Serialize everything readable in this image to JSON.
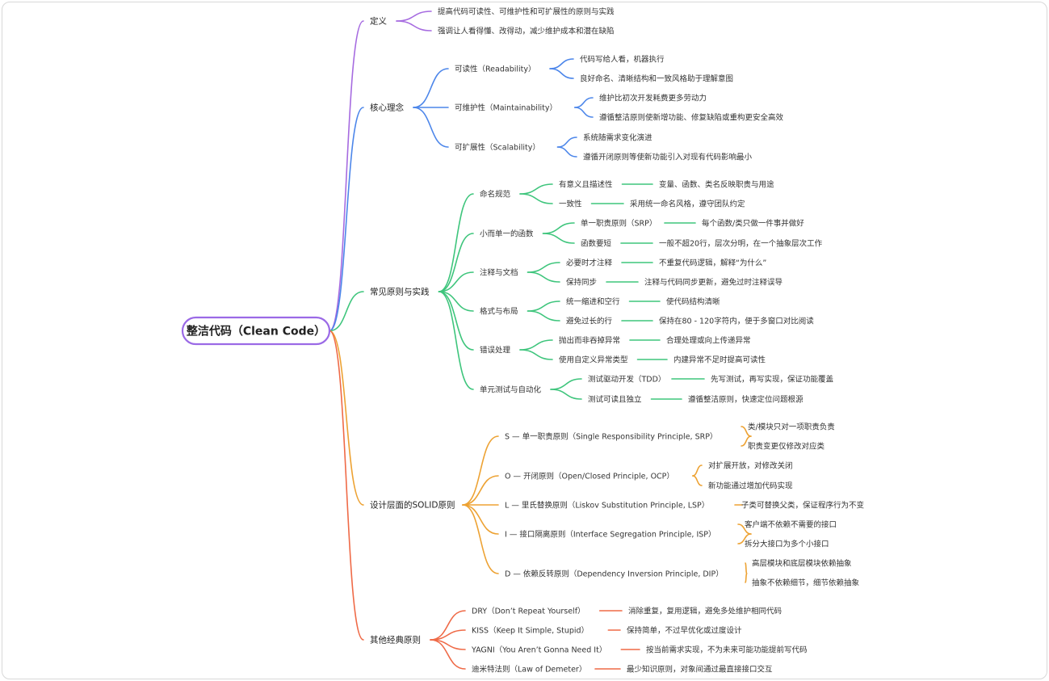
{
  "root": {
    "label": "整洁代码（Clean Code）",
    "color": "#9b6ae6"
  },
  "branches": [
    {
      "label": "定义",
      "color": "#a66be0",
      "children": [
        {
          "label": "提高代码可读性、可维护性和可扩展性的原则与实践"
        },
        {
          "label": "强调让人看得懂、改得动，减少维护成本和潜在缺陷"
        }
      ]
    },
    {
      "label": "核心理念",
      "color": "#4c86ea",
      "children": [
        {
          "label": "可读性（Readability）",
          "children": [
            {
              "label": "代码写给人看，机器执行"
            },
            {
              "label": "良好命名、清晰结构和一致风格助于理解意图"
            }
          ]
        },
        {
          "label": "可维护性（Maintainability）",
          "children": [
            {
              "label": "维护比初次开发耗费更多劳动力"
            },
            {
              "label": "遵循整洁原则使新增功能、修复缺陷或重构更安全高效"
            }
          ]
        },
        {
          "label": "可扩展性（Scalability）",
          "children": [
            {
              "label": "系统随需求变化演进"
            },
            {
              "label": "遵循开闭原则等使新功能引入对现有代码影响最小"
            }
          ]
        }
      ]
    },
    {
      "label": "常见原则与实践",
      "color": "#3ec57c",
      "children": [
        {
          "label": "命名规范",
          "children": [
            {
              "label": "有意义且描述性",
              "children": [
                {
                  "label": "变量、函数、类名反映职责与用途"
                }
              ]
            },
            {
              "label": "一致性",
              "children": [
                {
                  "label": "采用统一命名风格，遵守团队约定"
                }
              ]
            }
          ]
        },
        {
          "label": "小而单一的函数",
          "children": [
            {
              "label": "单一职责原则（SRP）",
              "children": [
                {
                  "label": "每个函数/类只做一件事并做好"
                }
              ]
            },
            {
              "label": "函数要短",
              "children": [
                {
                  "label": "一般不超20行，层次分明，在一个抽象层次工作"
                }
              ]
            }
          ]
        },
        {
          "label": "注释与文档",
          "children": [
            {
              "label": "必要时才注释",
              "children": [
                {
                  "label": "不重复代码逻辑，解释“为什么”"
                }
              ]
            },
            {
              "label": "保持同步",
              "children": [
                {
                  "label": "注释与代码同步更新，避免过时注释误导"
                }
              ]
            }
          ]
        },
        {
          "label": "格式与布局",
          "children": [
            {
              "label": "统一缩进和空行",
              "children": [
                {
                  "label": "使代码结构清晰"
                }
              ]
            },
            {
              "label": "避免过长的行",
              "children": [
                {
                  "label": "保持在80 - 120字符内，便于多窗口对比阅读"
                }
              ]
            }
          ]
        },
        {
          "label": "错误处理",
          "children": [
            {
              "label": "抛出而非吞掉异常",
              "children": [
                {
                  "label": "合理处理或向上传递异常"
                }
              ]
            },
            {
              "label": "使用自定义异常类型",
              "children": [
                {
                  "label": "内建异常不足时提高可读性"
                }
              ]
            }
          ]
        },
        {
          "label": "单元测试与自动化",
          "children": [
            {
              "label": "测试驱动开发（TDD）",
              "children": [
                {
                  "label": "先写测试，再写实现，保证功能覆盖"
                }
              ]
            },
            {
              "label": "测试可读且独立",
              "children": [
                {
                  "label": "遵循整洁原则，快速定位问题根源"
                }
              ]
            }
          ]
        }
      ]
    },
    {
      "label": "设计层面的SOLID原则",
      "color": "#eda233",
      "children": [
        {
          "label": "S — 单一职责原则（Single Responsibility Principle, SRP）",
          "children": [
            {
              "label": "类/模块只对一项职责负责"
            },
            {
              "label": "职责变更仅修改对应类"
            }
          ]
        },
        {
          "label": "O — 开闭原则（Open/Closed Principle, OCP）",
          "children": [
            {
              "label": "对扩展开放，对修改关闭"
            },
            {
              "label": "新功能通过增加代码实现"
            }
          ]
        },
        {
          "label": "L — 里氏替换原则（Liskov Substitution Principle, LSP）",
          "children": [
            {
              "label": "子类可替换父类，保证程序行为不变"
            }
          ]
        },
        {
          "label": "I — 接口隔离原则（Interface Segregation Principle, ISP）",
          "children": [
            {
              "label": "客户端不依赖不需要的接口"
            },
            {
              "label": "拆分大接口为多个小接口"
            }
          ]
        },
        {
          "label": "D — 依赖反转原则（Dependency Inversion Principle, DIP）",
          "children": [
            {
              "label": "高层模块和底层模块依赖抽象"
            },
            {
              "label": "抽象不依赖细节，细节依赖抽象"
            }
          ]
        }
      ]
    },
    {
      "label": "其他经典原则",
      "color": "#ef6a47",
      "children": [
        {
          "label": "DRY（Don’t Repeat Yourself）",
          "children": [
            {
              "label": "消除重复，复用逻辑，避免多处维护相同代码"
            }
          ]
        },
        {
          "label": "KISS（Keep It Simple, Stupid）",
          "children": [
            {
              "label": "保持简单，不过早优化或过度设计"
            }
          ]
        },
        {
          "label": "YAGNI（You Aren’t Gonna Need It）",
          "children": [
            {
              "label": "按当前需求实现，不为未来可能功能提前写代码"
            }
          ]
        },
        {
          "label": "迪米特法则（Law of Demeter）",
          "children": [
            {
              "label": "最少知识原则，对象间通过最直接接口交互"
            }
          ]
        }
      ]
    }
  ]
}
